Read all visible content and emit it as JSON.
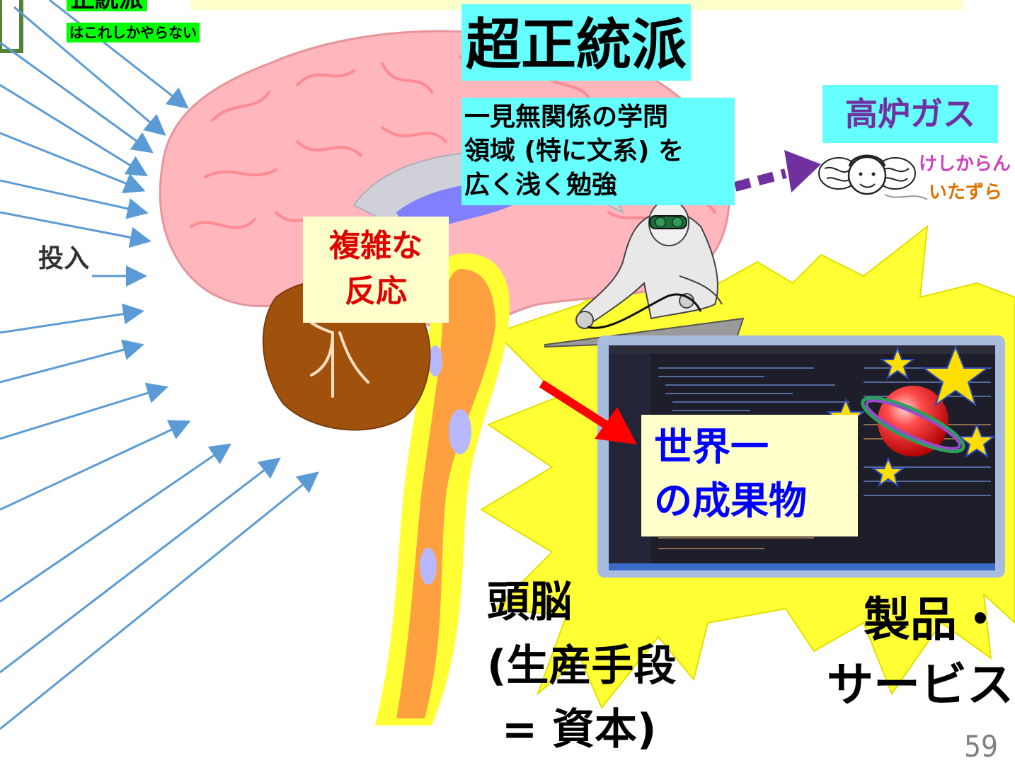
{
  "top_left": {
    "title": "正統派",
    "subtitle": "はこれしかやらない"
  },
  "input_label": "投入",
  "ultra": {
    "title": "超正統派",
    "desc_lines": [
      "一見無関係の学問",
      "領域 (特に文系) を",
      "広く浅く勉強"
    ]
  },
  "gas_label": "高炉ガス",
  "mischief_lines": [
    "けしからん",
    "いたずら"
  ],
  "reaction_lines": [
    "複雑な",
    "反応"
  ],
  "world_lines": [
    "世界一",
    "の成果物"
  ],
  "brain_lines": [
    "頭脳",
    "(生産手段",
    " = 資本)"
  ],
  "product_lines": [
    "製品・",
    "サービス"
  ],
  "page_number": "59",
  "colors": {
    "arrow_blue": "#5b9bd5",
    "brain_pink": "#ffb6bd",
    "cyan_box": "#66ffff",
    "green_box": "#00ff00",
    "purple_arrow": "#7030a0",
    "yellow_box": "#ffffcc",
    "red_arrow": "#ff0000",
    "burst_yellow": "#ffff33"
  }
}
